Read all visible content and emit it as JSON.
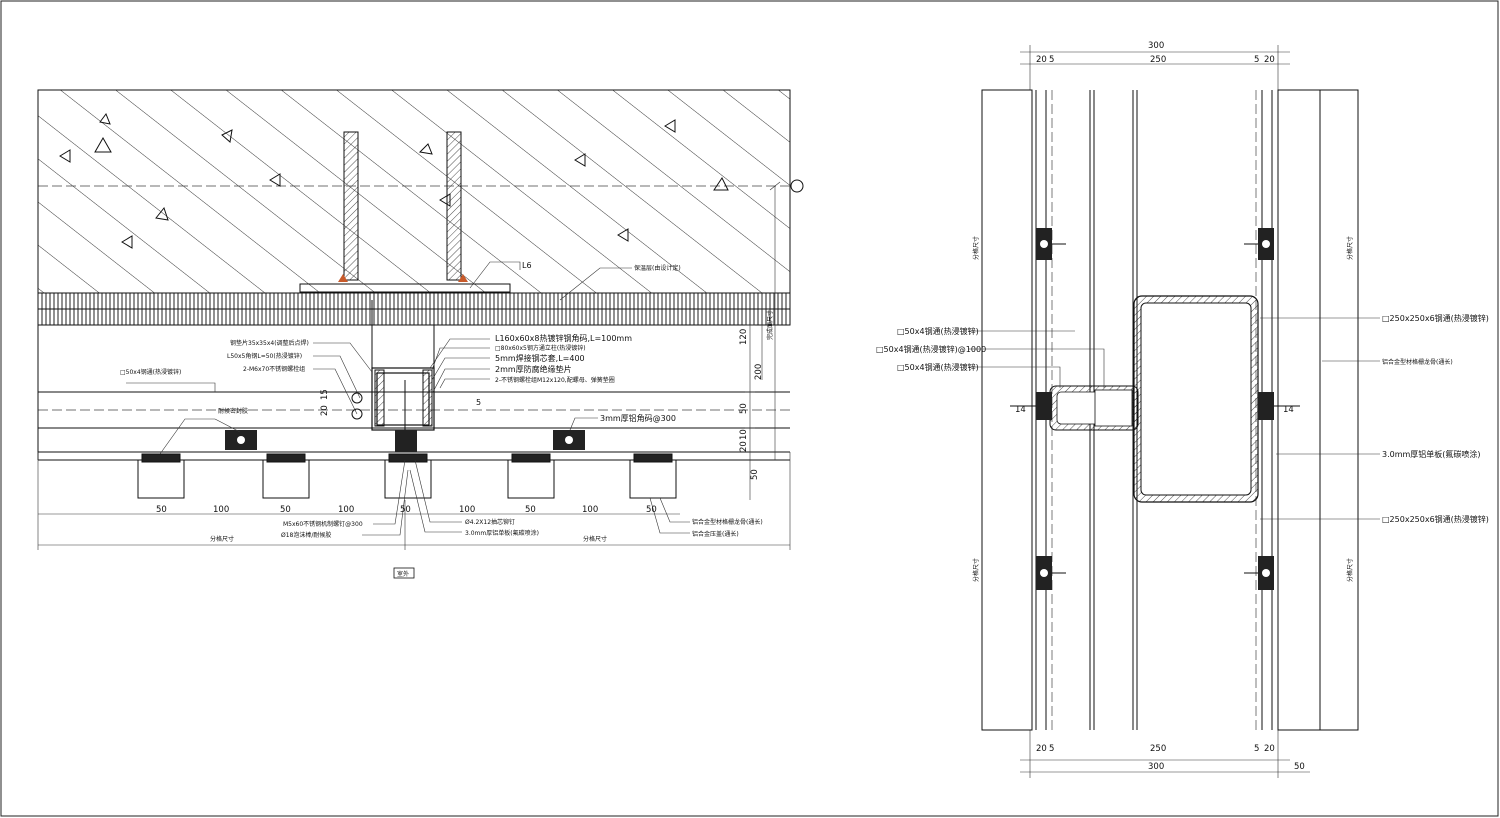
{
  "left_detail": {
    "labels": {
      "insulation": "保温层(由设计定)",
      "angle_l6": "L6",
      "l160": "L160x60x8热镀锌钢角码,L=100mm",
      "steel_sheet": "钢垫片35x35x4(调整后点焊)",
      "sq80": "□80x60x5钢方通立柱(热浸镀锌)",
      "l50": "L50x5角钢L=50(热浸镀锌)",
      "plate5": "5mm焊接钢芯套,L=400",
      "m6": "2-M6x70不锈钢螺栓组",
      "pad2": "2mm厚防腐绝缘垫片",
      "sq50": "□50x4钢通(热浸镀锌)",
      "m12": "2-不锈钢螺栓组M12x120,配螺母、弹簧垫圈",
      "angle5": "5",
      "sealant": "耐候密封胶",
      "code3mm": "3mm厚铝角码@300",
      "m5": "M5x60不锈钢机制螺钉@300",
      "d18": "Ø18泡沫棒/耐候胶",
      "d42": "Ø4.2X12抽芯铆钉",
      "panel3": "3.0mm厚铝单板(氟碳喷涂)",
      "alu_profile": "铝合金型材格栅龙骨(通长)",
      "alu_cover": "铝合金压盖(通长)",
      "grid_left": "分格尺寸",
      "grid_right": "分格尺寸",
      "outdoor": "室外"
    },
    "dims_bottom": [
      "50",
      "100",
      "50",
      "100",
      "50",
      "100",
      "50",
      "100",
      "50"
    ],
    "dims_right": [
      "120",
      "200",
      "15",
      "20",
      "50",
      "10",
      "20",
      "50"
    ],
    "dim_vertical_text": "完成面尺寸"
  },
  "right_detail": {
    "dims_top": {
      "overall": "300",
      "inner": "250",
      "left_a": "20",
      "left_b": "5",
      "right_a": "5",
      "right_b": "20"
    },
    "dims_bottom": {
      "overall": "300",
      "inner": "250",
      "left_a": "20",
      "left_b": "5",
      "right_a": "5",
      "right_b": "20",
      "extra": "50"
    },
    "labels": {
      "sq50_a": "□50x4钢通(热浸镀锌)",
      "sq50_b": "□50x4钢通(热浸镀锌)@1000",
      "sq50_c": "□50x4钢通(热浸镀锌)",
      "sq250_a": "□250x250x6钢通(热浸镀锌)",
      "alu_profile": "铝合金型材格栅龙骨(通长)",
      "panel3": "3.0mm厚铝单板(氟碳喷涂)",
      "sq250_b": "□250x250x6钢通(热浸镀锌)",
      "grid_left": "分格尺寸",
      "grid_right": "分格尺寸",
      "dim14_l": "14",
      "dim14_r": "14"
    }
  }
}
